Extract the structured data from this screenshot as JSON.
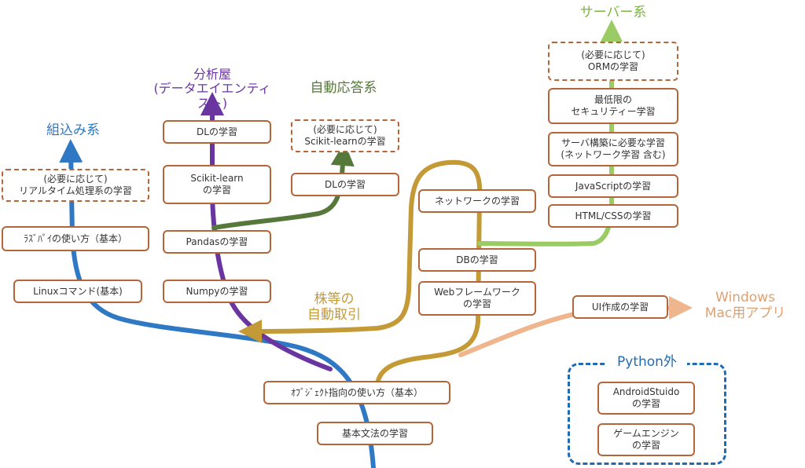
{
  "colors": {
    "blue": "#2f78c4",
    "purple": "#6a35a0",
    "dark_green": "#56783a",
    "gold": "#c49a36",
    "light_green": "#9acb64",
    "peach": "#efb58c",
    "box_border": "#b5653a",
    "python_box": "#1f6bb5"
  },
  "destinations": {
    "embedded": "組込み系",
    "analyst": "分析屋\n(データエイエンティスト)",
    "auto_response": "自動応答系",
    "server": "サーバー系",
    "stock": "株等の\n自動取引",
    "desktop": "Windows\nMac用アプリ"
  },
  "embedded_boxes": {
    "rt": "(必要に応じて)\nリアルタイム処理系の学習",
    "raspi": "ﾗｽﾞﾊﾟｲの使い方（基本）",
    "linux": "Linuxコマンド(基本)"
  },
  "analyst_boxes": {
    "dl": "DLの学習",
    "sklearn": "Scikit-learn\nの学習",
    "pandas": "Pandasの学習",
    "numpy": "Numpyの学習"
  },
  "auto_boxes": {
    "sklearn_opt": "(必要に応じて)\nScikit-learnの学習",
    "dl": "DLの学習"
  },
  "web_boxes": {
    "network": "ネットワークの学習",
    "db": "DBの学習",
    "framework": "Webフレームワーク\nの学習"
  },
  "server_boxes": {
    "orm": "(必要に応じて)\nORMの学習",
    "security": "最低限の\nセキュリティー学習",
    "server_build": "サーバ構築に必要な学習\n(ネットワーク学習 含む)",
    "javascript": "JavaScriptの学習",
    "htmlcss": "HTML/CSSの学習"
  },
  "ui_box": "UI作成の学習",
  "base_boxes": {
    "oop": "ｵﾌﾞｼﾞｪｸﾄ指向の使い方（基本）",
    "grammar": "基本文法の学習"
  },
  "outside_python": {
    "title": "Python外",
    "android": "AndroidStuido\nの学習",
    "game": "ゲームエンジン\nの学習"
  }
}
